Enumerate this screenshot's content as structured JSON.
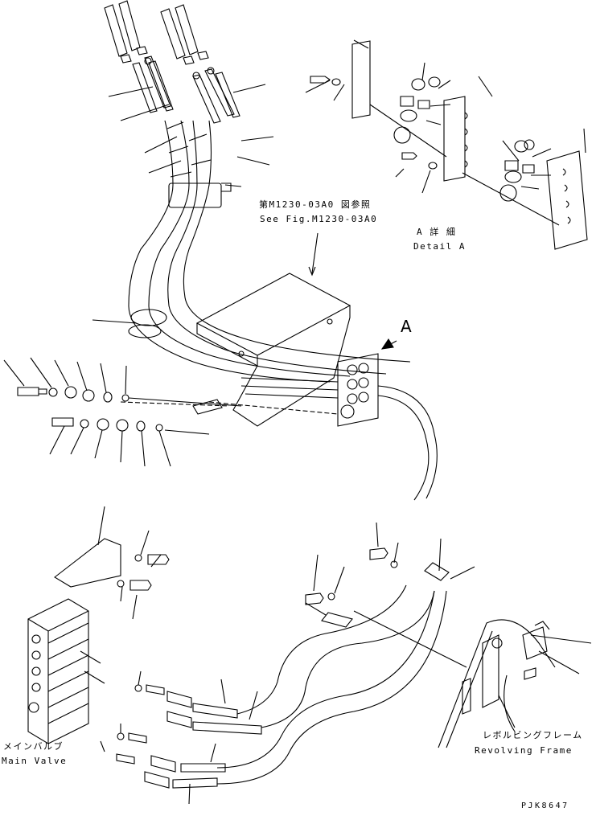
{
  "labels": {
    "see_fig_jp": "第M1230-03A0 図参照",
    "see_fig_en": "See Fig.M1230-03A0",
    "detail_a_jp": "A 詳 細",
    "detail_a_en": "Detail A",
    "arrow_a": "A",
    "main_valve_jp": "メインバルブ",
    "main_valve_en": "Main Valve",
    "revolving_frame_jp": "レボルビングフレーム",
    "revolving_frame_en": "Revolving Frame",
    "drawing_code": "PJK8647"
  }
}
